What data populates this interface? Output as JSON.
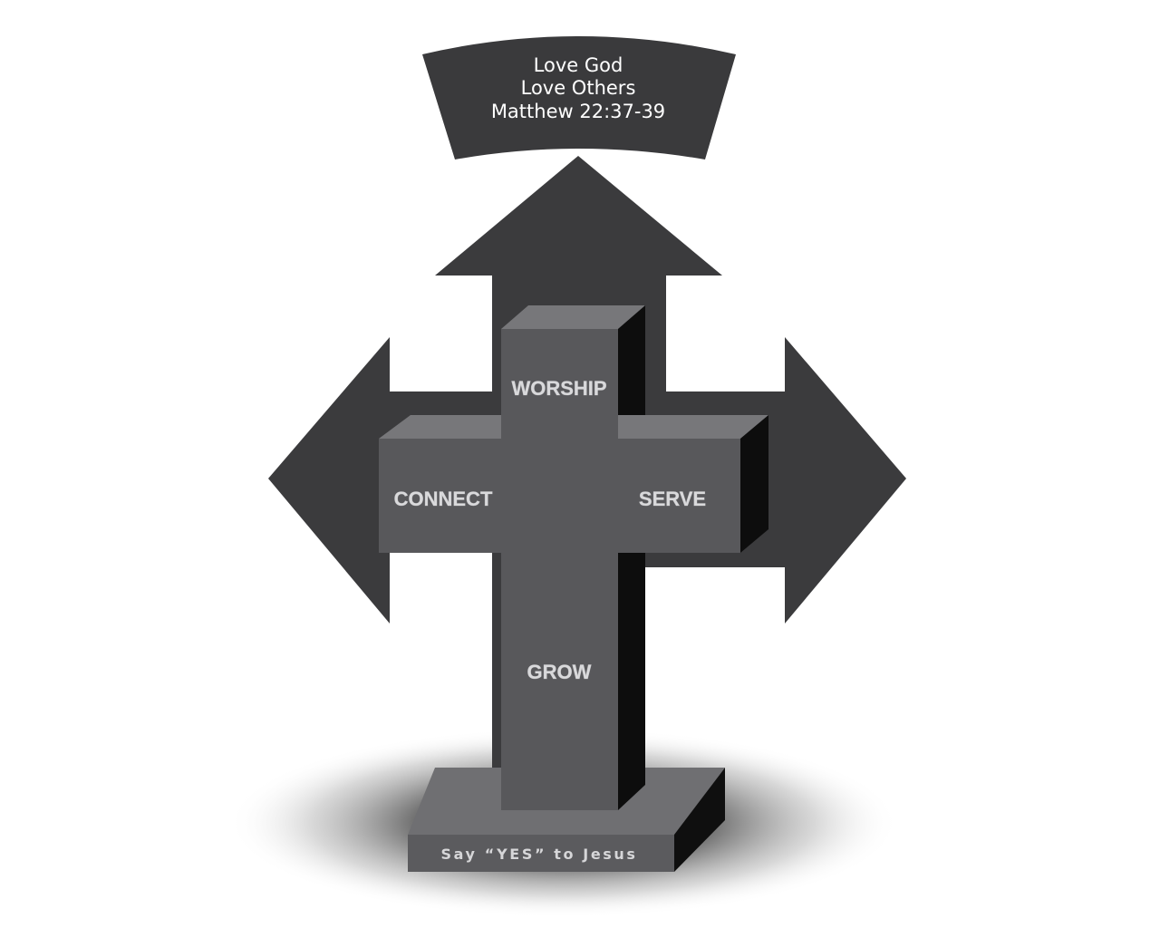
{
  "banner": {
    "lines": [
      "Love God",
      "Love Others",
      "Matthew 22:37-39"
    ]
  },
  "cross": {
    "top_label": "WORSHIP",
    "left_label": "CONNECT",
    "right_label": "SERVE",
    "bottom_label": "GROW"
  },
  "base": {
    "label": "Say “YES” to Jesus"
  },
  "colors": {
    "arrow": "#3b3b3d",
    "banner": "#3a3a3c",
    "cross_face": "#58585b",
    "cross_top": "#77777a",
    "cross_side": "#0d0d0d",
    "label_fill": "#d9d9db"
  }
}
